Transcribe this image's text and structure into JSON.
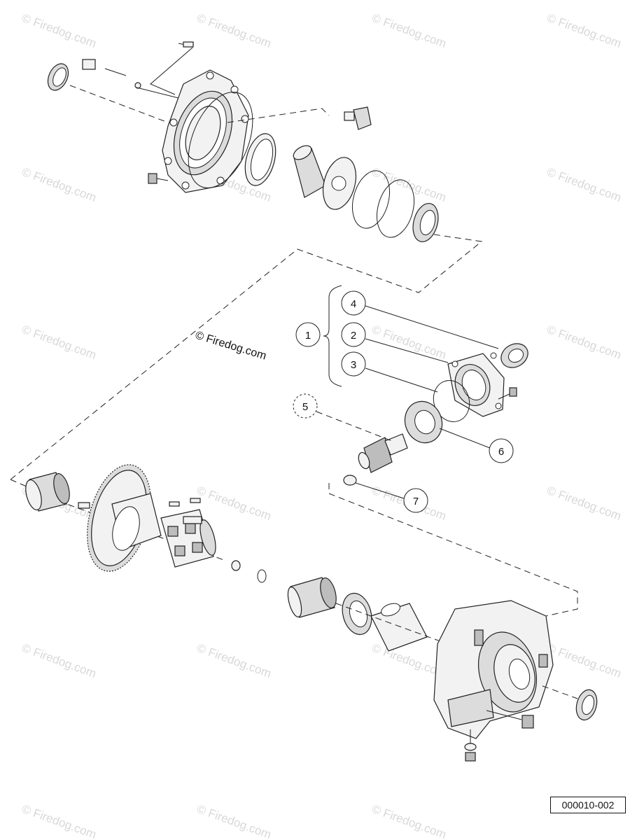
{
  "watermark": "© Firedog.com",
  "copyright": "© Firedog.com",
  "diagram_ref": "000010-002",
  "callouts": [
    {
      "id": "1",
      "label": "1"
    },
    {
      "id": "2",
      "label": "2"
    },
    {
      "id": "3",
      "label": "3"
    },
    {
      "id": "4",
      "label": "4"
    },
    {
      "id": "5",
      "label": "5"
    },
    {
      "id": "6",
      "label": "6"
    },
    {
      "id": "7",
      "label": "7"
    }
  ]
}
